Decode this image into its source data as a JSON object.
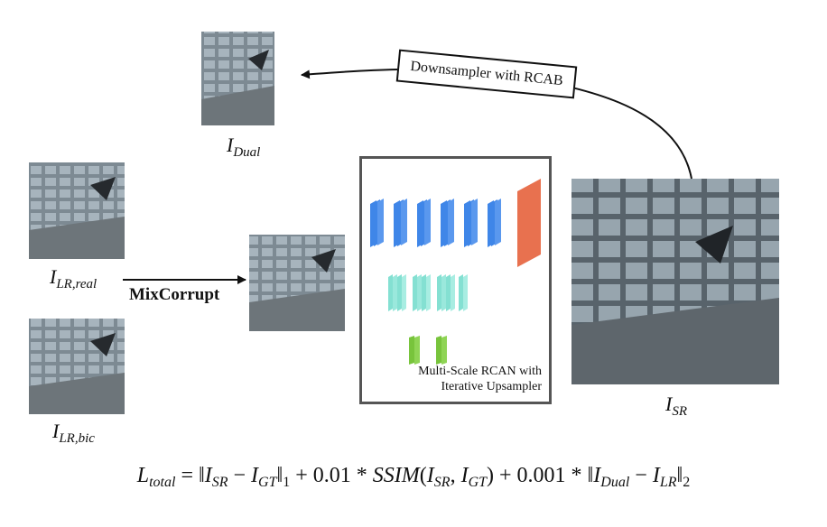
{
  "labels": {
    "dual": {
      "main": "I",
      "sub": "Dual"
    },
    "lr_real": {
      "main": "I",
      "sub": "LR,real"
    },
    "lr_bic": {
      "main": "I",
      "sub": "LR,bic"
    },
    "sr": {
      "main": "I",
      "sub": "SR"
    }
  },
  "mixcorrupt": "MixCorrupt",
  "downsampler": "Downsampler with RCAB",
  "network": {
    "line1": "Multi-Scale RCAN with",
    "line2": "Iterative Upsampler"
  },
  "formula": {
    "lhs_main": "L",
    "lhs_sub": "total",
    "eq": " = ‖",
    "t1_a": "I",
    "t1_a_sub": "SR",
    "t1_minus": " − ",
    "t1_b": "I",
    "t1_b_sub": "GT",
    "t1_close": "‖",
    "t1_norm": "1",
    "plus1": " + 0.01 * ",
    "ssim": "SSIM",
    "paren_open": "(",
    "s_a": "I",
    "s_a_sub": "SR",
    "comma": ", ",
    "s_b": "I",
    "s_b_sub": "GT",
    "paren_close": ")",
    "plus2": " + 0.001 * ‖",
    "t3_a": "I",
    "t3_a_sub": "Dual",
    "t3_minus": " − ",
    "t3_b": "I",
    "t3_b_sub": "LR",
    "t3_close": "‖",
    "t3_norm": "2"
  },
  "colors": {
    "blue_layer": "#3f86e8",
    "teal_layer": "#84e0d2",
    "green_layer": "#78c43c",
    "orange_layer": "#e8714f",
    "box_border": "#555555"
  }
}
